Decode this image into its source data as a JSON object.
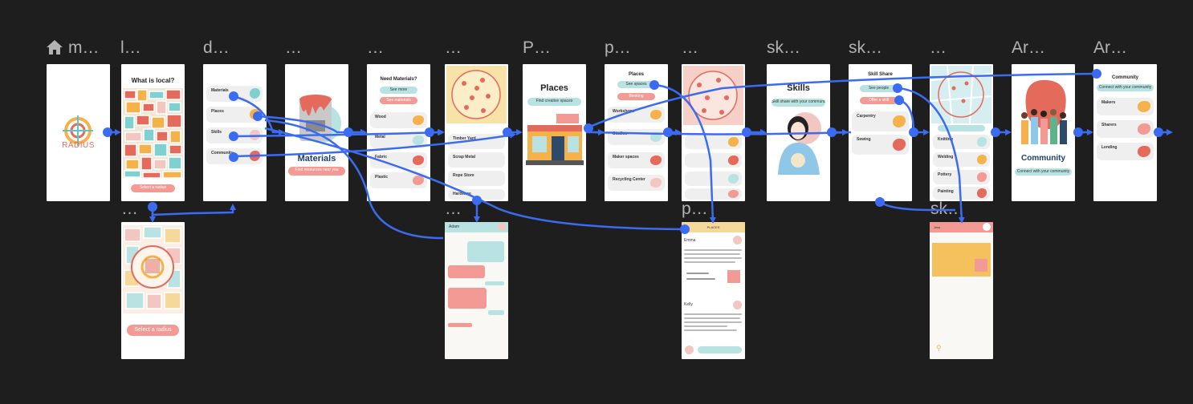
{
  "canvas": {
    "background": "#1e1e1e",
    "wire_color": "#3b6bf0"
  },
  "frames": {
    "main": {
      "label": "m…",
      "logo_text": "RADIUS"
    },
    "local": {
      "label": "l…",
      "title": "What is local?",
      "button": "Select a radius"
    },
    "dash": {
      "label": "d…",
      "items": [
        "Materials",
        "Places",
        "Skills",
        "Community"
      ]
    },
    "materials": {
      "label": "…",
      "title": "Materials",
      "button": "Find resources near you"
    },
    "matlist": {
      "label": "…",
      "title": "Need Materials?",
      "pill1": "See more",
      "pill2": "See materials",
      "items": [
        "Wood",
        "Metal",
        "Fabric",
        "Plastic"
      ]
    },
    "map1": {
      "label": "…",
      "items": [
        "Timber Yard",
        "Scrap Metal",
        "Rope Store",
        "Hardware"
      ]
    },
    "places": {
      "label": "P…",
      "title": "Places",
      "button": "Find creative spaces"
    },
    "placelist": {
      "label": "p…",
      "title": "Places",
      "pill1": "See spaces",
      "pill2": "Booking",
      "items": [
        "Workshops",
        "Studios",
        "Maker spaces",
        "Recycling Center"
      ]
    },
    "map2": {
      "label": "…"
    },
    "skills": {
      "label": "sk…",
      "title": "Skills",
      "button": "Skill share with your community"
    },
    "skilllist": {
      "label": "sk…",
      "title": "Skill Share",
      "pill1": "See people",
      "pill2": "Offer a skill",
      "items": [
        "Carpentry",
        "Sewing"
      ]
    },
    "map3": {
      "label": "…",
      "items": [
        "Knitting",
        "Welding",
        "Pottery",
        "Painting"
      ]
    },
    "community": {
      "label": "Ar…",
      "title": "Community",
      "button": "Connect with your community"
    },
    "commlist": {
      "label": "Ar…",
      "title": "Community",
      "pill1": "Connect with your community",
      "items": [
        "Makers",
        "Sharers",
        "Lending"
      ]
    },
    "radius": {
      "label": "…",
      "button": "Select a radius"
    },
    "chat": {
      "label": "…",
      "header": "Adam"
    },
    "placechat": {
      "label": "p…",
      "header": "PLACES",
      "name1": "Emma",
      "name2": "Kelly"
    },
    "skillchat": {
      "label": "sk…",
      "header": "Jess"
    }
  }
}
